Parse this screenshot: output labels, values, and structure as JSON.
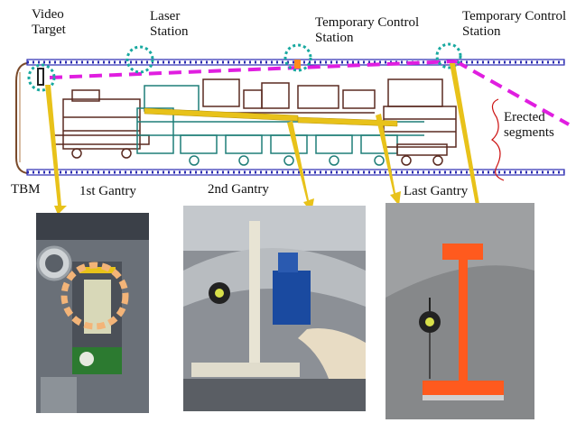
{
  "labels": {
    "video_target": [
      "Video",
      "Target"
    ],
    "laser_station": [
      "Laser",
      "Station"
    ],
    "temp_control_1": [
      "Temporary Control",
      "Station"
    ],
    "temp_control_2": [
      "Temporary Control",
      "Station"
    ],
    "erected_segments": [
      "Erected",
      "segments"
    ],
    "tbm": "TBM",
    "gantry_1": "1st Gantry",
    "gantry_2": "2nd Gantry",
    "gantry_last": "Last Gantry"
  },
  "colors": {
    "laser_line": "#e01ee0",
    "pointer_arrow": "#e8c21a",
    "station_marker": "#19a9a0",
    "rail": "#2a2ab0",
    "machinery_dark": "#5a2a20",
    "machinery_teal": "#1f7e78",
    "prism_target": "#ff5a1e",
    "bracket": "#cc1010"
  }
}
